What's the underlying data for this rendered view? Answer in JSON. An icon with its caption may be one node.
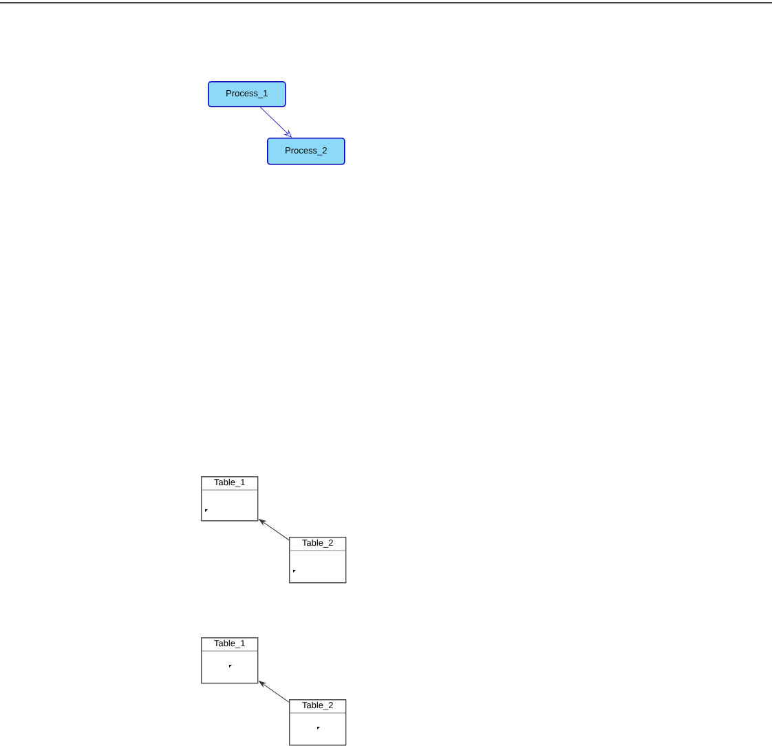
{
  "diagram": {
    "nodes": [
      {
        "text": [
          "Process_1"
        ]
      },
      {
        "text": [
          "Process_2"
        ]
      },
      {
        "text": [
          "Table_1"
        ]
      },
      {
        "text": [
          "Table_2"
        ]
      },
      {
        "text": [
          "Table_1"
        ]
      },
      {
        "text": [
          "Table_2"
        ]
      }
    ],
    "edges": [
      {
        "from": 0,
        "to": 1,
        "arrow": "to",
        "color": "#3333cc"
      },
      {
        "from": 3,
        "to": 2,
        "arrow": "to"
      },
      {
        "from": 5,
        "to": 4,
        "arrow": "to"
      }
    ]
  }
}
